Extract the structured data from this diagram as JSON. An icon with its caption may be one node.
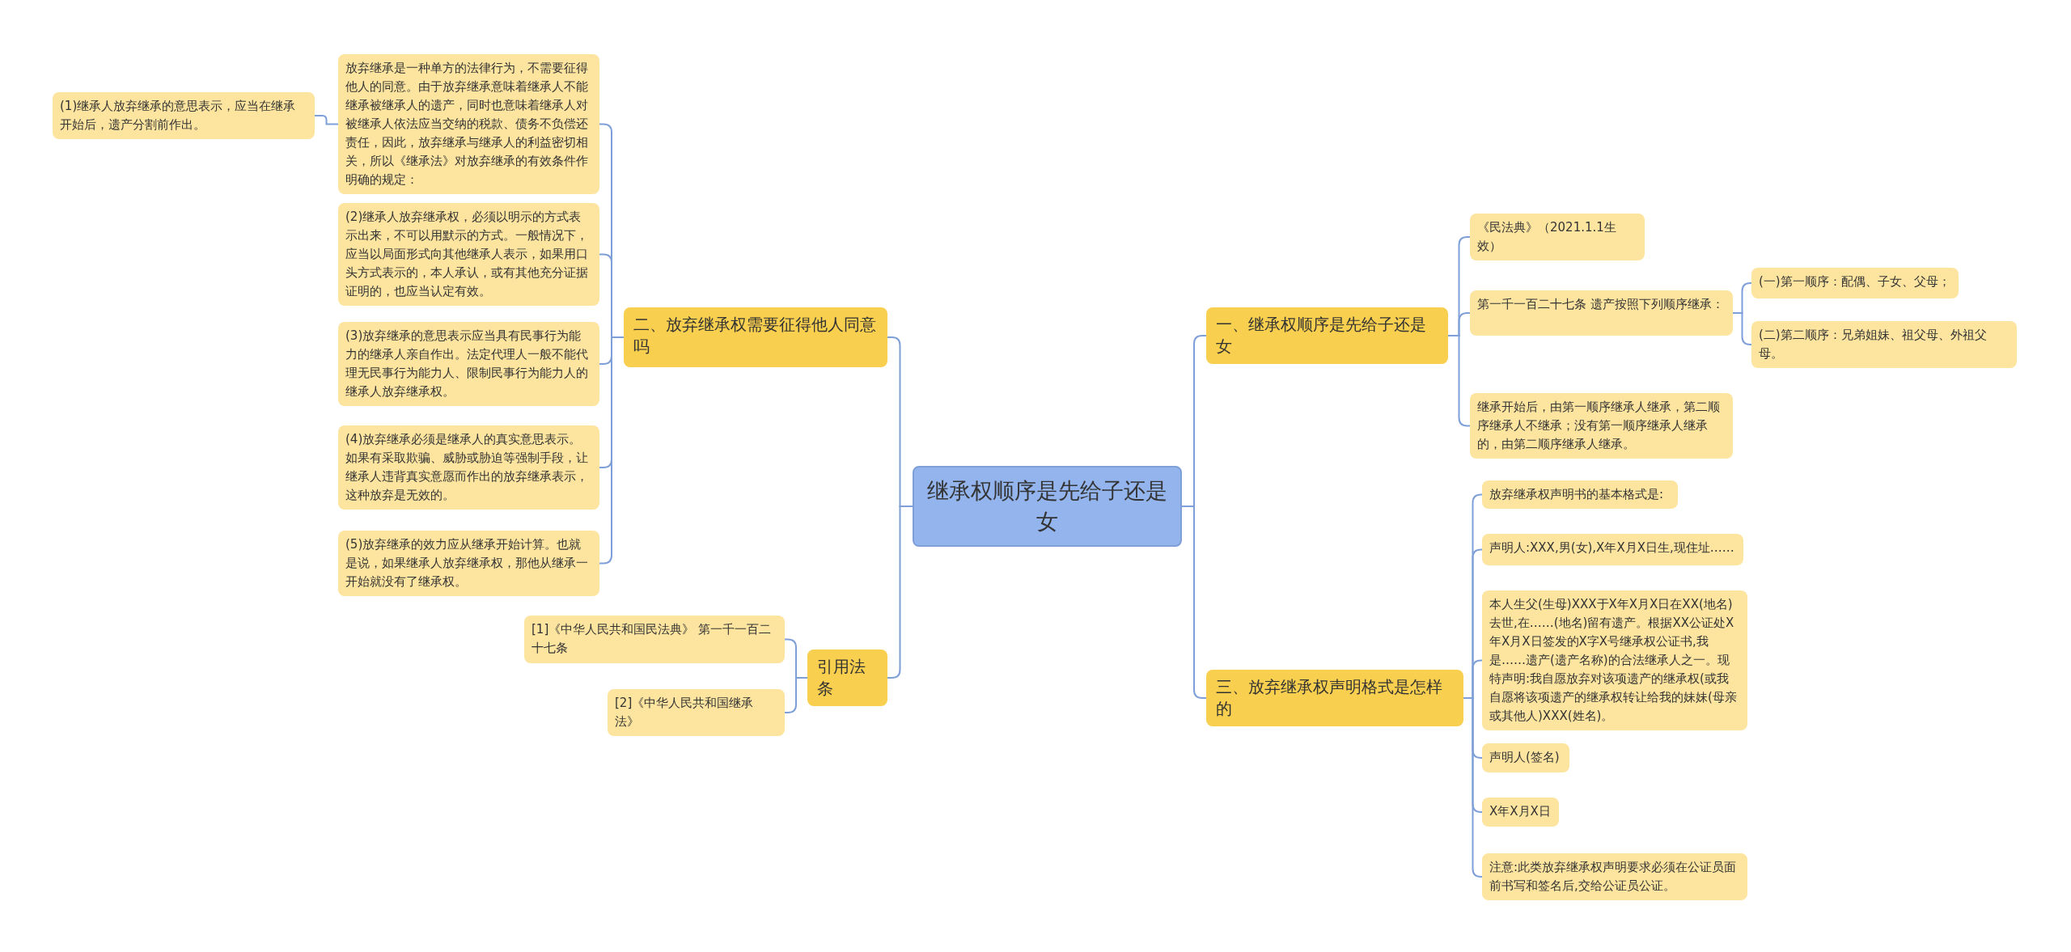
{
  "diagram": {
    "nodes": [
      {
        "text": [
          "继承权顺序是先给子还是女"
        ]
      },
      {
        "text": [
          "一、继承权顺序是先给子还是女"
        ]
      },
      {
        "text": [
          "《民法典》（2021.1.1生效）"
        ]
      },
      {
        "text": [
          "第一千一百二十七条 遗产按照下列顺序继承："
        ]
      },
      {
        "text": [
          "(一)第一顺序：配偶、子女、父母；"
        ]
      },
      {
        "text": [
          "(二)第二顺序：兄弟姐妹、祖父母、外祖父母。"
        ]
      },
      {
        "text": [
          "继承开始后，由第一顺序继承人继承，第二顺序继承人不继承；没有第一顺序继承人继承的，由第二顺序继承人继承。"
        ]
      },
      {
        "text": [
          "三、放弃继承权声明格式是怎样的"
        ]
      },
      {
        "text": [
          "放弃继承权声明书的基本格式是:"
        ]
      },
      {
        "text": [
          "声明人:XXX,男(女),X年X月X日生,现住址……"
        ]
      },
      {
        "text": [
          "本人生父(生母)XXX于X年X月X日在XX(地名)去世,在……(地名)留有遗产。根据XX公证处X年X月X日签发的X字X号继承权公证书,我是……遗产(遗产名称)的合法继承人之一。现特声明:我自愿放弃对该项遗产的继承权(或我自愿将该项遗产的继承权转让给我的妹妹(母亲或其他人)XXX(姓名)。"
        ]
      },
      {
        "text": [
          "声明人(签名)"
        ]
      },
      {
        "text": [
          "X年X月X日"
        ]
      },
      {
        "text": [
          "注意:此类放弃继承权声明要求必须在公证员面前书写和签名后,交给公证员公证。"
        ]
      },
      {
        "text": [
          "二、放弃继承权需要征得他人同意吗"
        ]
      },
      {
        "text": [
          "放弃继承是一种单方的法律行为，不需要征得他人的同意。由于放弃继承意味着继承人不能继承被继承人的遗产，同时也意味着继承人对被继承人依法应当交纳的税款、债务不负偿还责任，因此，放弃继承与继承人的利益密切相关，所以《继承法》对放弃继承的有效条件作明确的规定："
        ]
      },
      {
        "text": [
          "(1)继承人放弃继承的意思表示，应当在继承开始后，遗产分割前作出。"
        ]
      },
      {
        "text": [
          "(2)继承人放弃继承权，必须以明示的方式表示出来，不可以用默示的方式。一般情况下，应当以局面形式向其他继承人表示，如果用口头方式表示的，本人承认，或有其他充分证据证明的，也应当认定有效。"
        ]
      },
      {
        "text": [
          "(3)放弃继承的意思表示应当具有民事行为能力的继承人亲自作出。法定代理人一般不能代理无民事行为能力人、限制民事行为能力人的继承人放弃继承权。"
        ]
      },
      {
        "text": [
          "(4)放弃继承必须是继承人的真实意思表示。如果有采取欺骗、威胁或胁迫等强制手段，让继承人违背真实意愿而作出的放弃继承表示，这种放弃是无效的。"
        ]
      },
      {
        "text": [
          "(5)放弃继承的效力应从继承开始计算。也就是说，如果继承人放弃继承权，那他从继承一开始就没有了继承权。"
        ]
      },
      {
        "text": [
          "引用法条"
        ]
      },
      {
        "text": [
          "[1]《中华人民共和国民法典》 第一千一百二十七条"
        ]
      },
      {
        "text": [
          "[2]《中华人民共和国继承法》"
        ]
      }
    ],
    "edges": [
      {
        "from": 0,
        "to": 1,
        "arrow": "none"
      },
      {
        "from": 1,
        "to": 2,
        "arrow": "none"
      },
      {
        "from": 1,
        "to": 3,
        "arrow": "none"
      },
      {
        "from": 3,
        "to": 4,
        "arrow": "none"
      },
      {
        "from": 3,
        "to": 5,
        "arrow": "none"
      },
      {
        "from": 1,
        "to": 6,
        "arrow": "none"
      },
      {
        "from": 0,
        "to": 7,
        "arrow": "none"
      },
      {
        "from": 7,
        "to": 8,
        "arrow": "none"
      },
      {
        "from": 7,
        "to": 9,
        "arrow": "none"
      },
      {
        "from": 7,
        "to": 10,
        "arrow": "none"
      },
      {
        "from": 7,
        "to": 11,
        "arrow": "none"
      },
      {
        "from": 7,
        "to": 12,
        "arrow": "none"
      },
      {
        "from": 7,
        "to": 13,
        "arrow": "none"
      },
      {
        "from": 0,
        "to": 14,
        "arrow": "none"
      },
      {
        "from": 14,
        "to": 15,
        "arrow": "none"
      },
      {
        "from": 15,
        "to": 16,
        "arrow": "none"
      },
      {
        "from": 14,
        "to": 17,
        "arrow": "none"
      },
      {
        "from": 14,
        "to": 18,
        "arrow": "none"
      },
      {
        "from": 14,
        "to": 19,
        "arrow": "none"
      },
      {
        "from": 14,
        "to": 20,
        "arrow": "none"
      },
      {
        "from": 0,
        "to": 21,
        "arrow": "none"
      },
      {
        "from": 21,
        "to": 22,
        "arrow": "none"
      },
      {
        "from": 21,
        "to": 23,
        "arrow": "none"
      }
    ]
  }
}
